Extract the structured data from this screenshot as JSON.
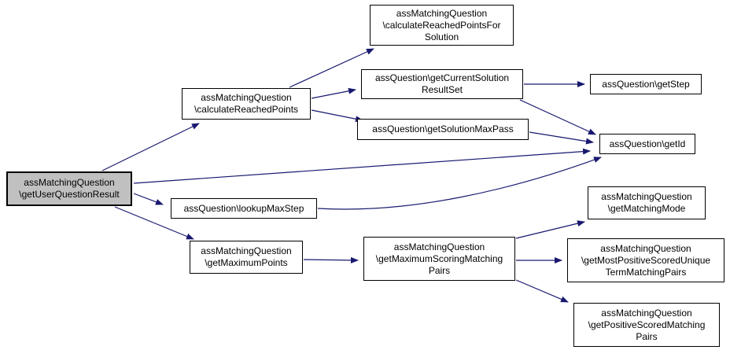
{
  "diagram": {
    "type": "call-graph",
    "colors": {
      "edge": "#191970",
      "node_border": "#000000",
      "node_fill": "#ffffff",
      "current_node_fill": "#c0c0c0",
      "background": "#ffffff"
    },
    "nodes": [
      {
        "id": "getUserQuestionResult",
        "label": "assMatchingQuestion\n\\getUserQuestionResult",
        "current": true
      },
      {
        "id": "calculateReachedPoints",
        "label": "assMatchingQuestion\n\\calculateReachedPoints",
        "current": false
      },
      {
        "id": "calculateReachedPointsForSolution",
        "label": "assMatchingQuestion\n\\calculateReachedPointsFor\nSolution",
        "current": false
      },
      {
        "id": "getCurrentSolutionResultSet",
        "label": "assQuestion\\getCurrentSolution\nResultSet",
        "current": false
      },
      {
        "id": "getStep",
        "label": "assQuestion\\getStep",
        "current": false
      },
      {
        "id": "getSolutionMaxPass",
        "label": "assQuestion\\getSolutionMaxPass",
        "current": false
      },
      {
        "id": "getId",
        "label": "assQuestion\\getId",
        "current": false
      },
      {
        "id": "lookupMaxStep",
        "label": "assQuestion\\lookupMaxStep",
        "current": false
      },
      {
        "id": "getMaximumPoints",
        "label": "assMatchingQuestion\n\\getMaximumPoints",
        "current": false
      },
      {
        "id": "getMaximumScoringMatchingPairs",
        "label": "assMatchingQuestion\n\\getMaximumScoringMatching\nPairs",
        "current": false
      },
      {
        "id": "getMatchingMode",
        "label": "assMatchingQuestion\n\\getMatchingMode",
        "current": false
      },
      {
        "id": "getMostPositiveScoredUniqueTermMatchingPairs",
        "label": "assMatchingQuestion\n\\getMostPositiveScoredUnique\nTermMatchingPairs",
        "current": false
      },
      {
        "id": "getPositiveScoredMatchingPairs",
        "label": "assMatchingQuestion\n\\getPositiveScoredMatching\nPairs",
        "current": false
      }
    ],
    "edges": [
      {
        "from": "getUserQuestionResult",
        "to": "calculateReachedPoints"
      },
      {
        "from": "getUserQuestionResult",
        "to": "getId"
      },
      {
        "from": "getUserQuestionResult",
        "to": "lookupMaxStep"
      },
      {
        "from": "getUserQuestionResult",
        "to": "getMaximumPoints"
      },
      {
        "from": "calculateReachedPoints",
        "to": "calculateReachedPointsForSolution"
      },
      {
        "from": "calculateReachedPoints",
        "to": "getCurrentSolutionResultSet"
      },
      {
        "from": "calculateReachedPoints",
        "to": "getSolutionMaxPass"
      },
      {
        "from": "getCurrentSolutionResultSet",
        "to": "getStep"
      },
      {
        "from": "getCurrentSolutionResultSet",
        "to": "getId"
      },
      {
        "from": "getSolutionMaxPass",
        "to": "getId"
      },
      {
        "from": "lookupMaxStep",
        "to": "getId"
      },
      {
        "from": "getMaximumPoints",
        "to": "getMaximumScoringMatchingPairs"
      },
      {
        "from": "getMaximumScoringMatchingPairs",
        "to": "getMatchingMode"
      },
      {
        "from": "getMaximumScoringMatchingPairs",
        "to": "getMostPositiveScoredUniqueTermMatchingPairs"
      },
      {
        "from": "getMaximumScoringMatchingPairs",
        "to": "getPositiveScoredMatchingPairs"
      }
    ]
  }
}
